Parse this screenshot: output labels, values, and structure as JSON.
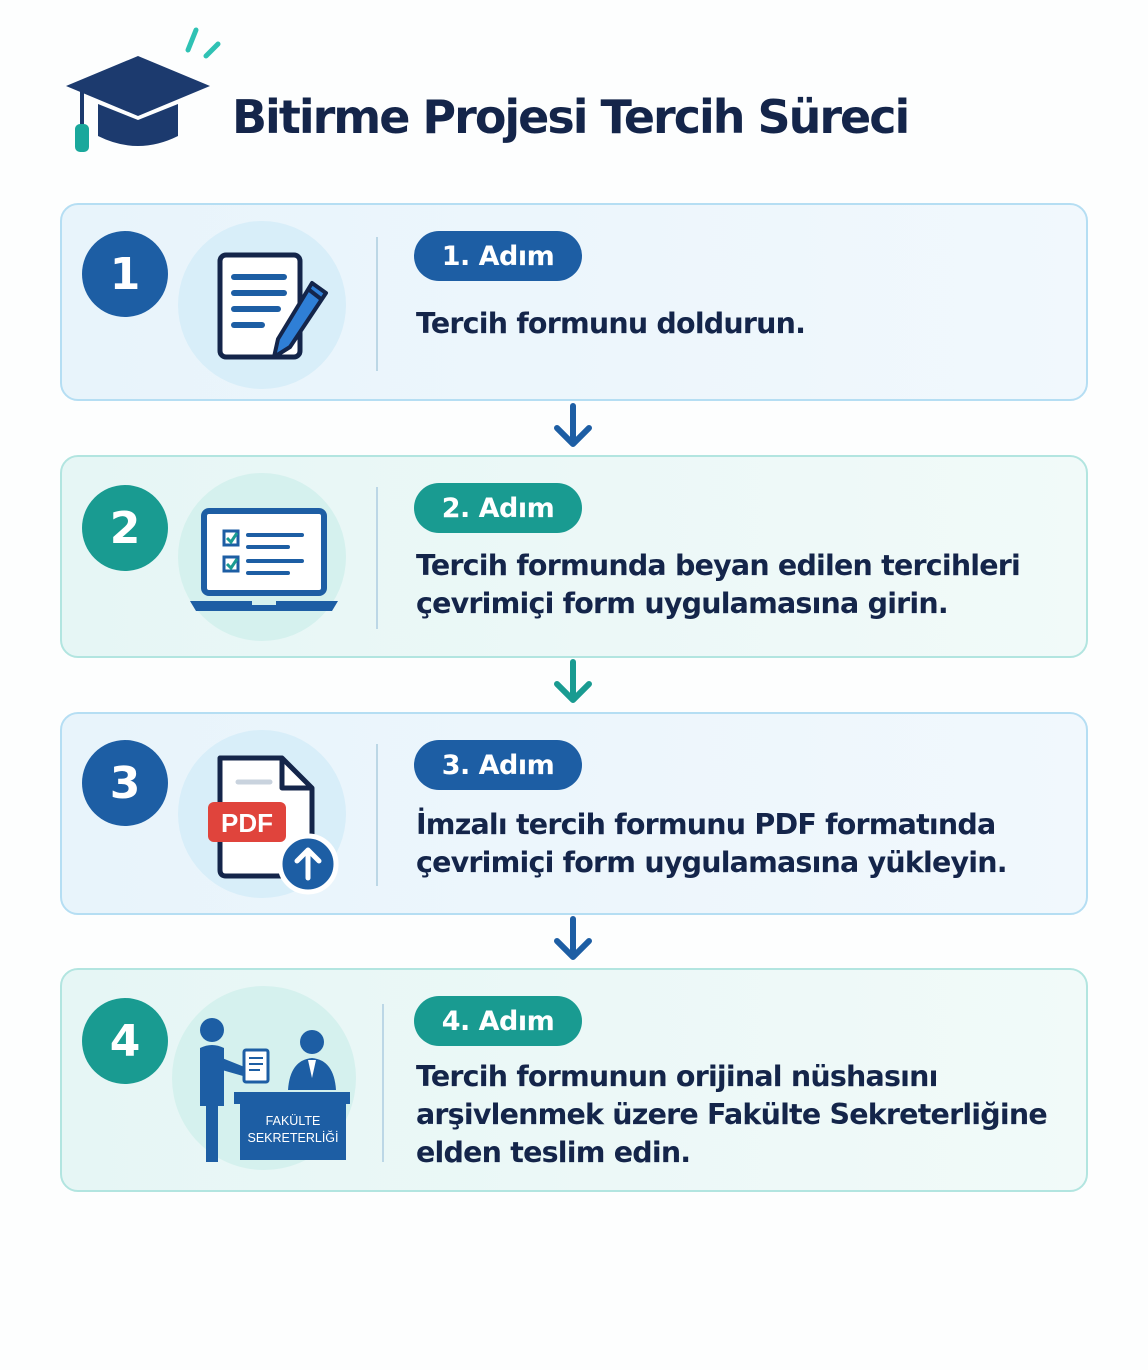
{
  "title": "Bitirme Projesi Tercih Süreci",
  "colors": {
    "navy": "#14254a",
    "blue": "#1d5ea4",
    "teal": "#199b91",
    "pdf_red": "#e0443c"
  },
  "steps": [
    {
      "number": "1",
      "badge": "1. Adım",
      "lines": [
        "Tercih formunu doldurun."
      ],
      "icon": "document-pencil-icon",
      "theme": "blue"
    },
    {
      "number": "2",
      "badge": "2. Adım",
      "lines": [
        "Tercih formunda beyan edilen tercihleri",
        "çevrimiçi form uygulamasına girin."
      ],
      "icon": "laptop-checklist-icon",
      "theme": "teal"
    },
    {
      "number": "3",
      "badge": "3. Adım",
      "lines": [
        "İmzalı tercih formunu PDF formatında",
        "çevrimiçi form uygulamasına yükleyin."
      ],
      "icon": "pdf-upload-icon",
      "pdf_label": "PDF",
      "theme": "blue"
    },
    {
      "number": "4",
      "badge": "4. Adım",
      "lines": [
        "Tercih formunun orijinal nüshasını",
        "arşivlenmek üzere Fakülte Sekreterliğine",
        "elden teslim edin."
      ],
      "icon": "office-handover-icon",
      "desk_label_line1": "FAKÜLTE",
      "desk_label_line2": "SEKRETERLİĞİ",
      "theme": "teal"
    }
  ]
}
